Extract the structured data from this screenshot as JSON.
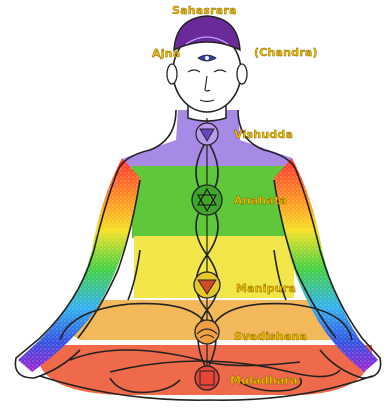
{
  "labels": {
    "sahasrara": "Sahasrara",
    "ajna": "Ajna",
    "chandra": "(Chandra)",
    "vishudda": "Vishudda",
    "anahata": "Anahata",
    "manipura": "Manipura",
    "svadishana": "Svadishana",
    "muladhara": "Muladhara"
  },
  "colors": {
    "label": "#f0c000",
    "label_stroke": "#7a5a00",
    "crown": "#6a2a9a",
    "third_eye": "#3b3bb0",
    "throat": "#a36fe0",
    "heart": "#5fc83a",
    "solar_plexus": "#f2e64a",
    "sacral": "#f2a94a",
    "root": "#ef5a3a",
    "outline": "#222222",
    "skin": "#ffffff"
  },
  "icons": [
    "sahasrara-lotus-icon",
    "ajna-eye-icon",
    "vishudda-triangle-icon",
    "anahata-star-icon",
    "manipura-triangle-icon",
    "svadishana-lotus-icon",
    "muladhara-square-icon"
  ]
}
